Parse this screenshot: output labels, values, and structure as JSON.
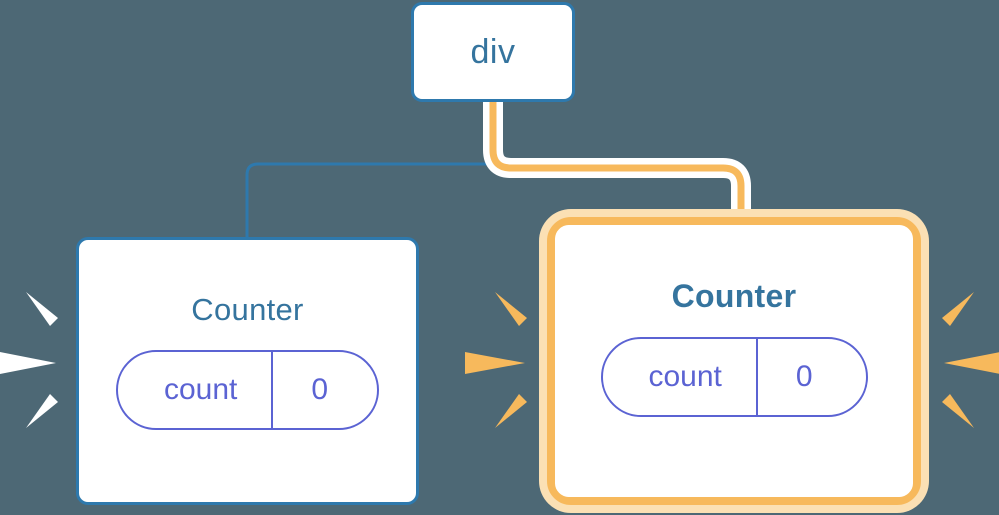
{
  "diagram": {
    "title": "react-component-tree-rerender",
    "background_color": "#4d6875",
    "root": {
      "label": "div",
      "border_color": "#2e79ad",
      "text_color": "#35749e"
    },
    "nodes": [
      {
        "id": "counter-left",
        "label": "Counter",
        "highlighted": false,
        "border_color": "#2e79ad",
        "title_color": "#35749e",
        "state": {
          "name": "count",
          "value": "0",
          "color": "#5b63d3"
        },
        "rays": {
          "color": "#ffffff",
          "count": 3
        }
      },
      {
        "id": "counter-right",
        "label": "Counter",
        "highlighted": true,
        "border_color": "#f7b95c",
        "halo_color": "#fbe0b4",
        "title_color": "#35749e",
        "state": {
          "name": "count",
          "value": "0",
          "color": "#5b63d3"
        },
        "rays": {
          "color": "#f7b95c",
          "count": 6
        }
      }
    ],
    "connectors": [
      {
        "from": "div",
        "to": "counter-left",
        "color": "#2e79ad",
        "highlighted": false
      },
      {
        "from": "div",
        "to": "counter-right",
        "color": "#f7b95c",
        "halo_color": "#ffffff",
        "highlighted": true
      }
    ]
  }
}
